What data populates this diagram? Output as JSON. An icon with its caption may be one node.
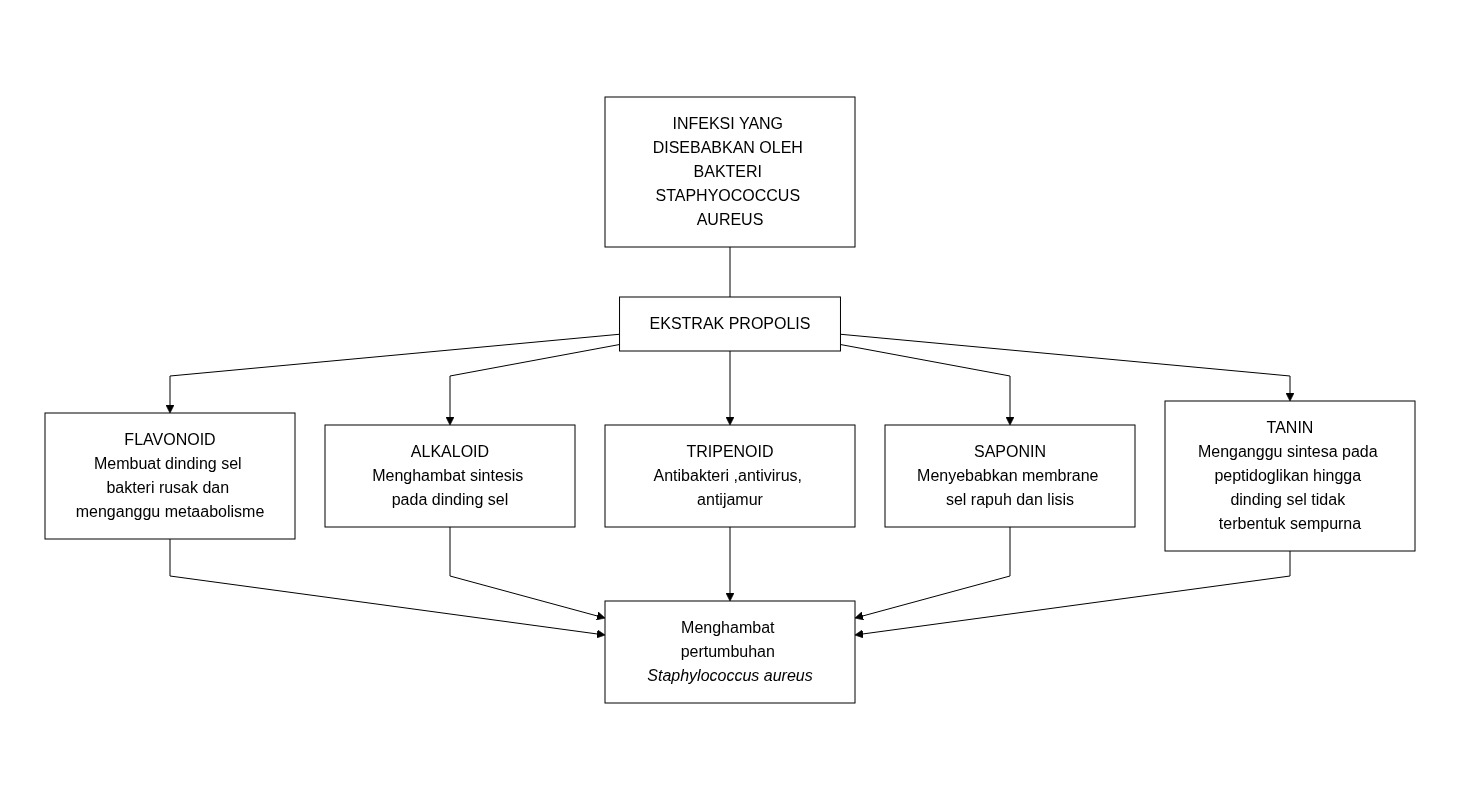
{
  "diagram": {
    "nodes": [
      {
        "text": [
          "INFEKSI YANG DISEBABKAN OLEH BAKTERI STAPHYOCOCCUS AUREUS"
        ]
      },
      {
        "text": [
          "EKSTRAK PROPOLIS"
        ]
      },
      {
        "text": [
          "FLAVONOID",
          "Membuat dinding sel bakteri rusak dan menganggu metaabolisme"
        ]
      },
      {
        "text": [
          "ALKALOID",
          "Menghambat sintesis pada dinding sel"
        ]
      },
      {
        "text": [
          "TRIPENOID",
          "Antibakteri ,antivirus, antijamur"
        ]
      },
      {
        "text": [
          "SAPONIN",
          "Menyebabkan membrane sel rapuh dan lisis"
        ]
      },
      {
        "text": [
          "TANIN",
          "Menganggu sintesa pada peptidoglikan hingga dinding sel tidak terbentuk sempurna"
        ]
      },
      {
        "text": [
          "Menghambat pertumbuhan *Staphylococcus aureus*"
        ]
      }
    ],
    "edges": [
      {
        "from": 0,
        "to": 1,
        "arrow": "none"
      },
      {
        "from": 1,
        "to": 2,
        "arrow": "to"
      },
      {
        "from": 1,
        "to": 3,
        "arrow": "to"
      },
      {
        "from": 1,
        "to": 4,
        "arrow": "to"
      },
      {
        "from": 1,
        "to": 5,
        "arrow": "to"
      },
      {
        "from": 1,
        "to": 6,
        "arrow": "to"
      },
      {
        "from": 2,
        "to": 7,
        "arrow": "to"
      },
      {
        "from": 3,
        "to": 7,
        "arrow": "to"
      },
      {
        "from": 4,
        "to": 7,
        "arrow": "to"
      },
      {
        "from": 5,
        "to": 7,
        "arrow": "to"
      },
      {
        "from": 6,
        "to": 7,
        "arrow": "to"
      }
    ]
  }
}
